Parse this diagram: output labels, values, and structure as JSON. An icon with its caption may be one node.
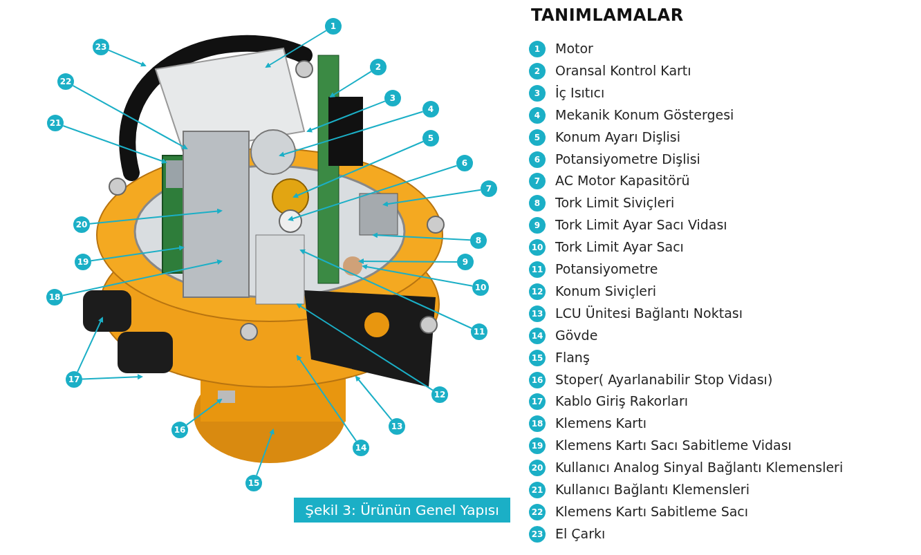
{
  "diagram": {
    "title": "TANIMLAMALAR",
    "caption": "Şekil 3: Ürünün Genel Yapısı",
    "nodes": [
      {
        "text": [
          "1"
        ]
      },
      {
        "text": [
          "2"
        ]
      },
      {
        "text": [
          "3"
        ]
      },
      {
        "text": [
          "4"
        ]
      },
      {
        "text": [
          "5"
        ]
      },
      {
        "text": [
          "6"
        ]
      },
      {
        "text": [
          "7"
        ]
      },
      {
        "text": [
          "8"
        ]
      },
      {
        "text": [
          "9"
        ]
      },
      {
        "text": [
          "10"
        ]
      },
      {
        "text": [
          "11"
        ]
      },
      {
        "text": [
          "12"
        ]
      },
      {
        "text": [
          "13"
        ]
      },
      {
        "text": [
          "14"
        ]
      },
      {
        "text": [
          "15"
        ]
      },
      {
        "text": [
          "16"
        ]
      },
      {
        "text": [
          "17"
        ]
      },
      {
        "text": [
          "18"
        ]
      },
      {
        "text": [
          "19"
        ]
      },
      {
        "text": [
          "20"
        ]
      },
      {
        "text": [
          "21"
        ]
      },
      {
        "text": [
          "22"
        ]
      },
      {
        "text": [
          "23"
        ]
      },
      {
        "text": [
          "1"
        ],
        "beside": [
          "Motor"
        ]
      },
      {
        "text": [
          "2"
        ],
        "beside": [
          "Oransal Kontrol Kartı"
        ]
      },
      {
        "text": [
          "3"
        ],
        "beside": [
          "İç Isıtıcı"
        ]
      },
      {
        "text": [
          "4"
        ],
        "beside": [
          "Mekanik Konum Göstergesi"
        ]
      },
      {
        "text": [
          "5"
        ],
        "beside": [
          "Konum Ayarı Dişlisi"
        ]
      },
      {
        "text": [
          "6"
        ],
        "beside": [
          "Potansiyometre Dişlisi"
        ]
      },
      {
        "text": [
          "7"
        ],
        "beside": [
          "AC Motor Kapasitörü"
        ]
      },
      {
        "text": [
          "8"
        ],
        "beside": [
          "Tork Limit Siviçleri"
        ]
      },
      {
        "text": [
          "9"
        ],
        "beside": [
          "Tork Limit Ayar Sacı Vidası"
        ]
      },
      {
        "text": [
          "10"
        ],
        "beside": [
          "Tork Limit Ayar Sacı"
        ]
      },
      {
        "text": [
          "11"
        ],
        "beside": [
          "Potansiyometre"
        ]
      },
      {
        "text": [
          "12"
        ],
        "beside": [
          "Konum Siviçleri"
        ]
      },
      {
        "text": [
          "13"
        ],
        "beside": [
          "LCU Ünitesi Bağlantı Noktası"
        ]
      },
      {
        "text": [
          "14"
        ],
        "beside": [
          "Gövde"
        ]
      },
      {
        "text": [
          "15"
        ],
        "beside": [
          "Flanş"
        ]
      },
      {
        "text": [
          "16"
        ],
        "beside": [
          "Stoper( Ayarlanabilir Stop Vidası)"
        ]
      },
      {
        "text": [
          "17"
        ],
        "beside": [
          "Kablo Giriş Rakorları"
        ]
      },
      {
        "text": [
          "18"
        ],
        "beside": [
          "Klemens Kartı"
        ]
      },
      {
        "text": [
          "19"
        ],
        "beside": [
          "Klemens Kartı Sacı Sabitleme Vidası"
        ]
      },
      {
        "text": [
          "20"
        ],
        "beside": [
          "Kullanıcı Analog Sinyal Bağlantı Klemensleri"
        ]
      },
      {
        "text": [
          "21"
        ],
        "beside": [
          "Kullanıcı Bağlantı Klemensleri"
        ]
      },
      {
        "text": [
          "22"
        ],
        "beside": [
          "Klemens Kartı Sabitleme Sacı"
        ]
      },
      {
        "text": [
          "23"
        ],
        "beside": [
          "El Çarkı"
        ]
      }
    ],
    "edges": [
      {
        "from": 0,
        "to": null,
        "arrow": "to"
      },
      {
        "from": 1,
        "to": null,
        "arrow": "to"
      },
      {
        "from": 2,
        "to": null,
        "arrow": "to"
      },
      {
        "from": 3,
        "to": null,
        "arrow": "to"
      },
      {
        "from": 4,
        "to": null,
        "arrow": "to"
      },
      {
        "from": 5,
        "to": null,
        "arrow": "to"
      },
      {
        "from": 6,
        "to": null,
        "arrow": "to"
      },
      {
        "from": 7,
        "to": null,
        "arrow": "to"
      },
      {
        "from": 8,
        "to": null,
        "arrow": "to"
      },
      {
        "from": 9,
        "to": null,
        "arrow": "to"
      },
      {
        "from": 10,
        "to": null,
        "arrow": "to"
      },
      {
        "from": 11,
        "to": null,
        "arrow": "to"
      },
      {
        "from": 12,
        "to": null,
        "arrow": "to"
      },
      {
        "from": 13,
        "to": null,
        "arrow": "to"
      },
      {
        "from": 14,
        "to": null,
        "arrow": "to"
      },
      {
        "from": 15,
        "to": null,
        "arrow": "to"
      },
      {
        "from": 16,
        "to": null,
        "arrow": "to"
      },
      {
        "from": 16,
        "to": null,
        "arrow": "to"
      },
      {
        "from": 17,
        "to": null,
        "arrow": "to"
      },
      {
        "from": 18,
        "to": null,
        "arrow": "to"
      },
      {
        "from": 19,
        "to": null,
        "arrow": "to"
      },
      {
        "from": 20,
        "to": null,
        "arrow": "to"
      },
      {
        "from": 21,
        "to": null,
        "arrow": "to"
      },
      {
        "from": 22,
        "to": null,
        "arrow": "to"
      }
    ]
  }
}
